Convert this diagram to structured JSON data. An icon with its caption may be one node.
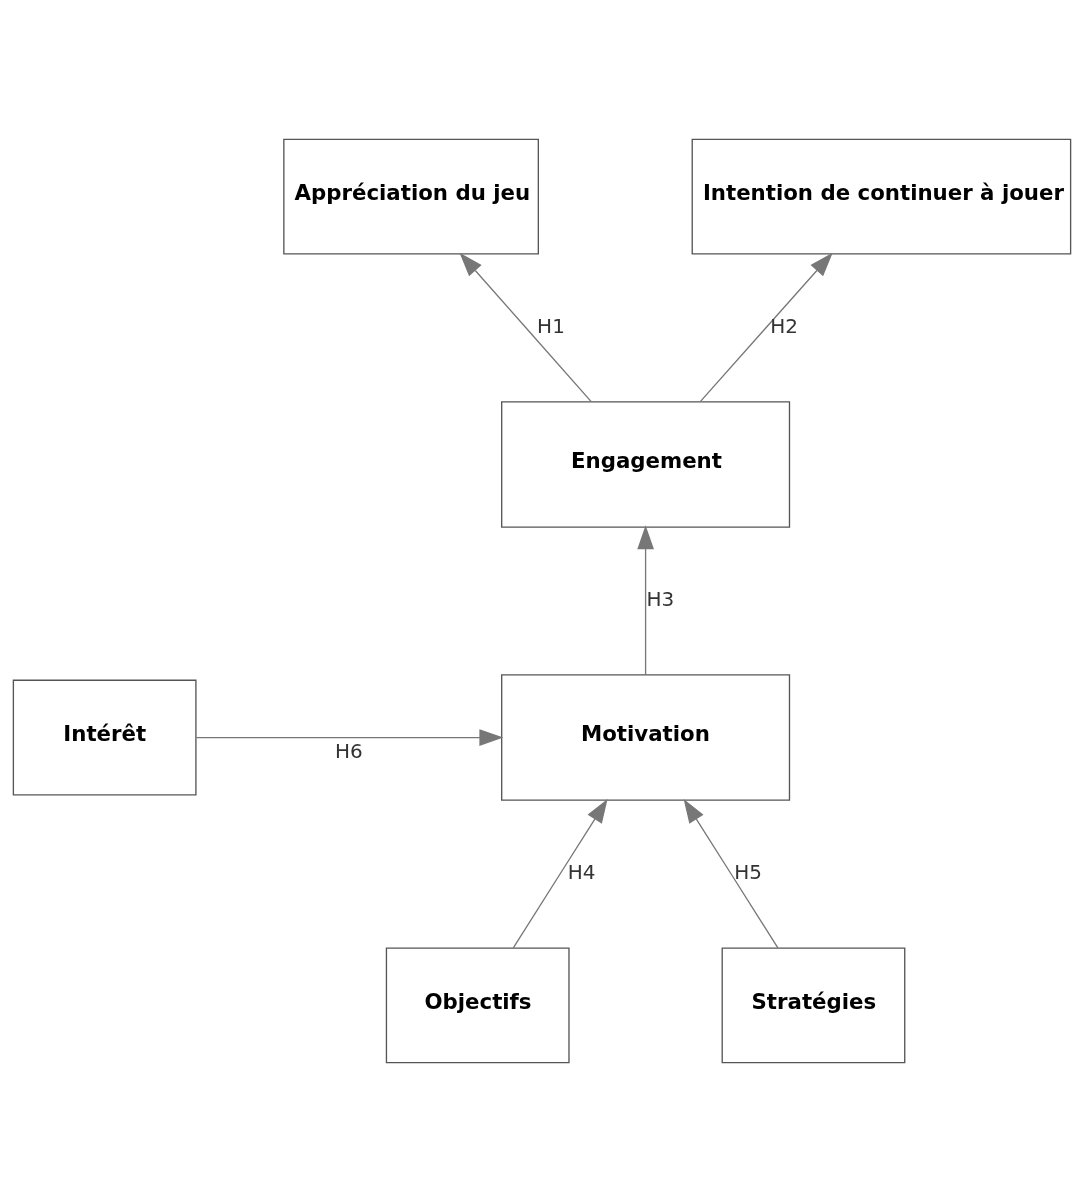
{
  "diagram": {
    "nodes": [
      {
        "text": [
          "Appréciation du jeu"
        ]
      },
      {
        "text": [
          "Intention de continuer à jouer"
        ]
      },
      {
        "text": [
          "Engagement"
        ]
      },
      {
        "text": [
          "Intérêt"
        ]
      },
      {
        "text": [
          "Motivation"
        ]
      },
      {
        "text": [
          "Objectifs"
        ]
      },
      {
        "text": [
          "Stratégies"
        ]
      }
    ],
    "edges": [
      {
        "from": 2,
        "to": 0,
        "arrow": "to",
        "label": "H1"
      },
      {
        "from": 2,
        "to": 1,
        "arrow": "to",
        "label": "H2"
      },
      {
        "from": 4,
        "to": 2,
        "arrow": "to",
        "label": "H3"
      },
      {
        "from": 5,
        "to": 4,
        "arrow": "to",
        "label": "H4"
      },
      {
        "from": 6,
        "to": 4,
        "arrow": "to",
        "label": "H5"
      },
      {
        "from": 3,
        "to": 4,
        "arrow": "to",
        "label": "H6"
      }
    ]
  }
}
